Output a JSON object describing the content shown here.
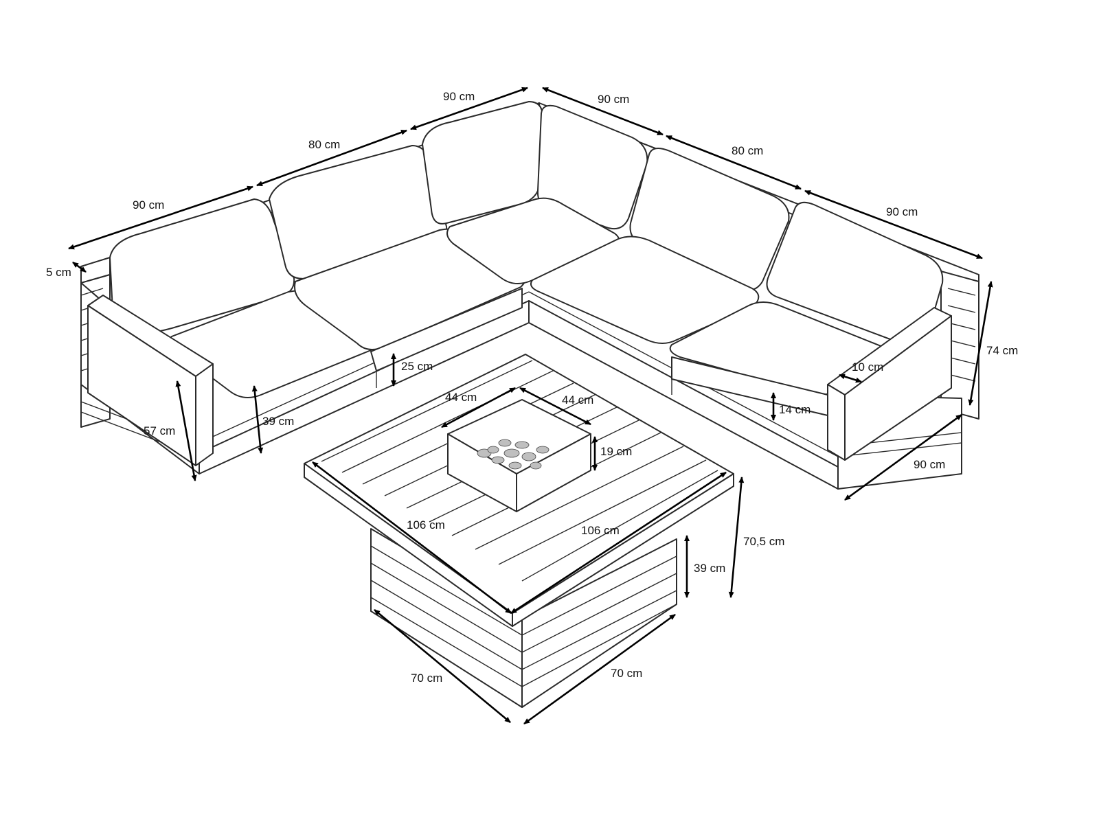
{
  "dimensions": {
    "back_left_arm": "90 cm",
    "back_left_mid": "80 cm",
    "back_corner_left": "90 cm",
    "back_corner_right": "90 cm",
    "back_right_mid": "80 cm",
    "back_right_arm": "90 cm",
    "armrest_thickness": "5 cm",
    "total_height": "74 cm",
    "seat_cushion_height": "25 cm",
    "seat_height": "39 cm",
    "arm_height": "57 cm",
    "arm_width": "10 cm",
    "base_clearance": "14 cm",
    "side_depth": "90 cm",
    "firebox_width_left": "44 cm",
    "firebox_width_right": "44 cm",
    "firebox_height": "19 cm",
    "table_top_left": "106 cm",
    "table_top_right": "106 cm",
    "table_height": "70,5 cm",
    "table_base_height": "39 cm",
    "table_base_left": "70 cm",
    "table_base_right": "70 cm"
  }
}
